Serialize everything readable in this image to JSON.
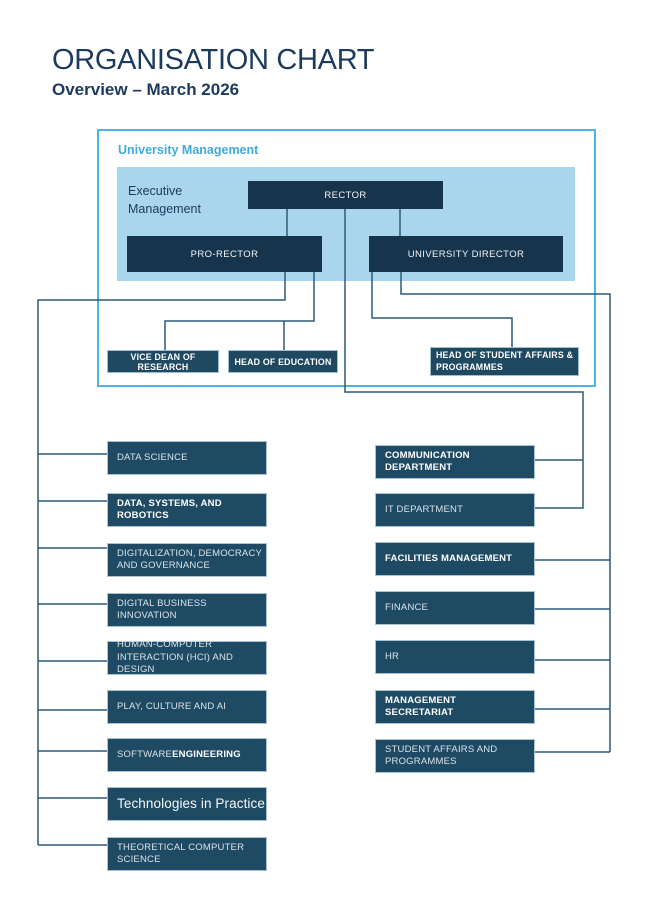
{
  "page": {
    "title": "ORGANISATION CHART",
    "subtitle": "Overview – March 2026"
  },
  "university_management": {
    "label": "University Management",
    "executive_label": "Executive\nManagement",
    "nodes": {
      "rector": "RECTOR",
      "pro_rector": "PRO-RECTOR",
      "university_director": "UNIVERSITY DIRECTOR"
    }
  },
  "mid_nodes": [
    {
      "label": "VICE DEAN OF RESEARCH"
    },
    {
      "label": "HEAD OF EDUCATION"
    },
    {
      "label": "HEAD OF STUDENT AFFAIRS &\nPROGRAMMES"
    }
  ],
  "left_column": {
    "items": [
      {
        "label": "DATA SCIENCE"
      },
      {
        "label": "DATA, SYSTEMS, AND ROBOTICS"
      },
      {
        "label": "DIGITALIZATION, DEMOCRACY\nAND GOVERNANCE"
      },
      {
        "label": "DIGITAL BUSINESS INNOVATION"
      },
      {
        "label": "HUMAN-COMPUTER\nINTERACTION (HCI) AND DESIGN"
      },
      {
        "label": "PLAY, CULTURE AND AI"
      },
      {
        "label": "SOFTWARE ",
        "label_bold": "ENGINEERING"
      },
      {
        "label": "Technologies in Practice"
      },
      {
        "label": "THEORETICAL COMPUTER\nSCIENCE"
      }
    ]
  },
  "right_column": {
    "items": [
      {
        "label": "COMMUNICATION\nDEPARTMENT"
      },
      {
        "label": "IT DEPARTMENT"
      },
      {
        "label": "FACILITIES MANAGEMENT"
      },
      {
        "label": "FINANCE"
      },
      {
        "label": "HR"
      },
      {
        "label": "MANAGEMENT\nSECRETARIAT"
      },
      {
        "label": "STUDENT AFFAIRS AND\nPROGRAMMES"
      }
    ]
  },
  "colors": {
    "title_text": "#1C3A5E",
    "frame_border": "#49B6E8",
    "frame_label": "#43A9DC",
    "panel_fill": "#A9D6EC",
    "executive_box": "#16344C",
    "department_box": "#1F4A63",
    "department_border": "#A9C4D6",
    "connector": "#2B5878"
  }
}
